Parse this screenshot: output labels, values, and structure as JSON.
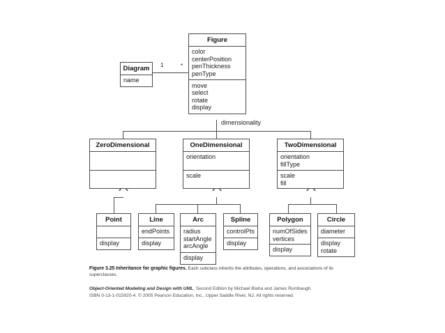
{
  "diagram": {
    "classes": {
      "diagram": {
        "name": "Diagram",
        "attributes": [
          "name"
        ],
        "operations": []
      },
      "figure": {
        "name": "Figure",
        "attributes": [
          "color",
          "centerPosition",
          "penThickness",
          "penType"
        ],
        "operations": [
          "move",
          "select",
          "rotate",
          "display"
        ]
      },
      "zero_dimensional": {
        "name": "ZeroDimensional",
        "attributes": [],
        "operations": []
      },
      "one_dimensional": {
        "name": "OneDimensional",
        "attributes": [
          "orientation"
        ],
        "operations": [
          "scale"
        ]
      },
      "two_dimensional": {
        "name": "TwoDimensional",
        "attributes": [
          "orientation",
          "fillType"
        ],
        "operations": [
          "scale",
          "fill"
        ]
      },
      "point": {
        "name": "Point",
        "attributes": [],
        "operations": [
          "display"
        ]
      },
      "line": {
        "name": "Line",
        "attributes": [
          "endPoints"
        ],
        "operations": [
          "display"
        ]
      },
      "arc": {
        "name": "Arc",
        "attributes": [
          "radius",
          "startAngle",
          "arcAngle"
        ],
        "operations": [
          "display"
        ]
      },
      "spline": {
        "name": "Spline",
        "attributes": [
          "controlPts"
        ],
        "operations": [
          "display"
        ]
      },
      "polygon": {
        "name": "Polygon",
        "attributes": [
          "numOfSides",
          "vertices"
        ],
        "operations": [
          "display"
        ]
      },
      "circle": {
        "name": "Circle",
        "attributes": [
          "diameter"
        ],
        "operations": [
          "display",
          "rotate"
        ]
      }
    },
    "association": {
      "source_multiplicity": "1",
      "target_multiplicity": "*"
    },
    "discriminator": "dimensionality"
  },
  "caption": {
    "figure_label": "Figure 3.25",
    "title": "Inheritance for graphic figures.",
    "body": "Each subclass inherits the attributes, operations, and associations of its superclasses."
  },
  "credit": {
    "book_title": "Object-Oriented Modeling and Design with UML",
    "edition_authors": ", Second Edition by Michael Blaha and James Rumbaugh.",
    "isbn_line": "ISBN 0-13-1-015920-4. © 2005 Pearson Education, Inc., Upper Saddle River, NJ. All rights reserved."
  }
}
